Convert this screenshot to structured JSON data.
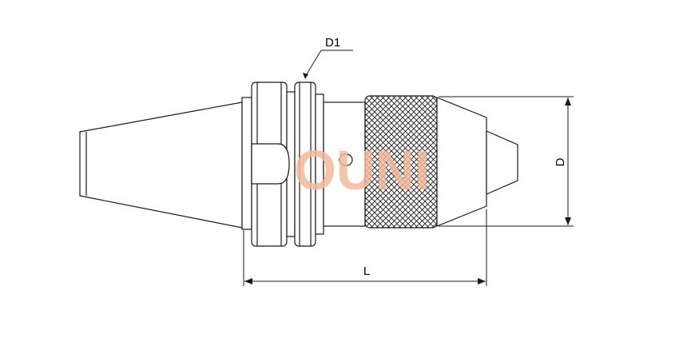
{
  "diagram": {
    "labels": {
      "d1": "D1",
      "d": "D",
      "l": "L"
    },
    "watermark": "OUNI",
    "colors": {
      "line": "#1a1a1a",
      "watermark": "#f2b89a",
      "background": "#ffffff"
    }
  }
}
